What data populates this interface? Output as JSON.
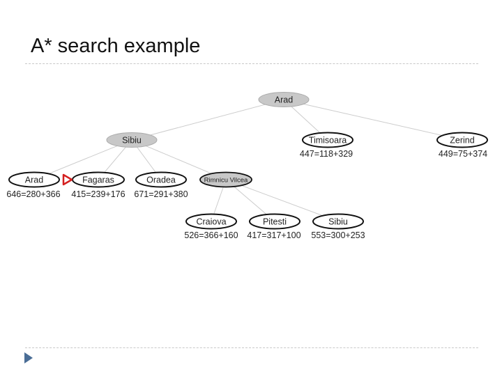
{
  "slide": {
    "title": "A* search example"
  },
  "tree": {
    "nodes": {
      "arad_root": "Arad",
      "sibiu": "Sibiu",
      "timisoara": "Timisoara",
      "zerind": "Zerind",
      "arad2": "Arad",
      "fagaras": "Fagaras",
      "oradea": "Oradea",
      "rimnicu": "Rimnicu Vilcea",
      "craiova": "Craiova",
      "pitesti": "Pitesti",
      "sibiu2": "Sibiu"
    },
    "scores": {
      "timisoara": "447=118+329",
      "zerind": "449=75+374",
      "arad2": "646=280+366",
      "fagaras": "415=239+176",
      "oradea": "671=291+380",
      "craiova": "526=366+160",
      "pitesti": "417=317+100",
      "sibiu2": "553=300+253"
    }
  },
  "colors": {
    "expanded_fill": "#c8c8c8",
    "frontier_fill": "#ffffff",
    "edge": "#cccccc",
    "marker": "#d42020",
    "bullet": "#4a6d96"
  }
}
